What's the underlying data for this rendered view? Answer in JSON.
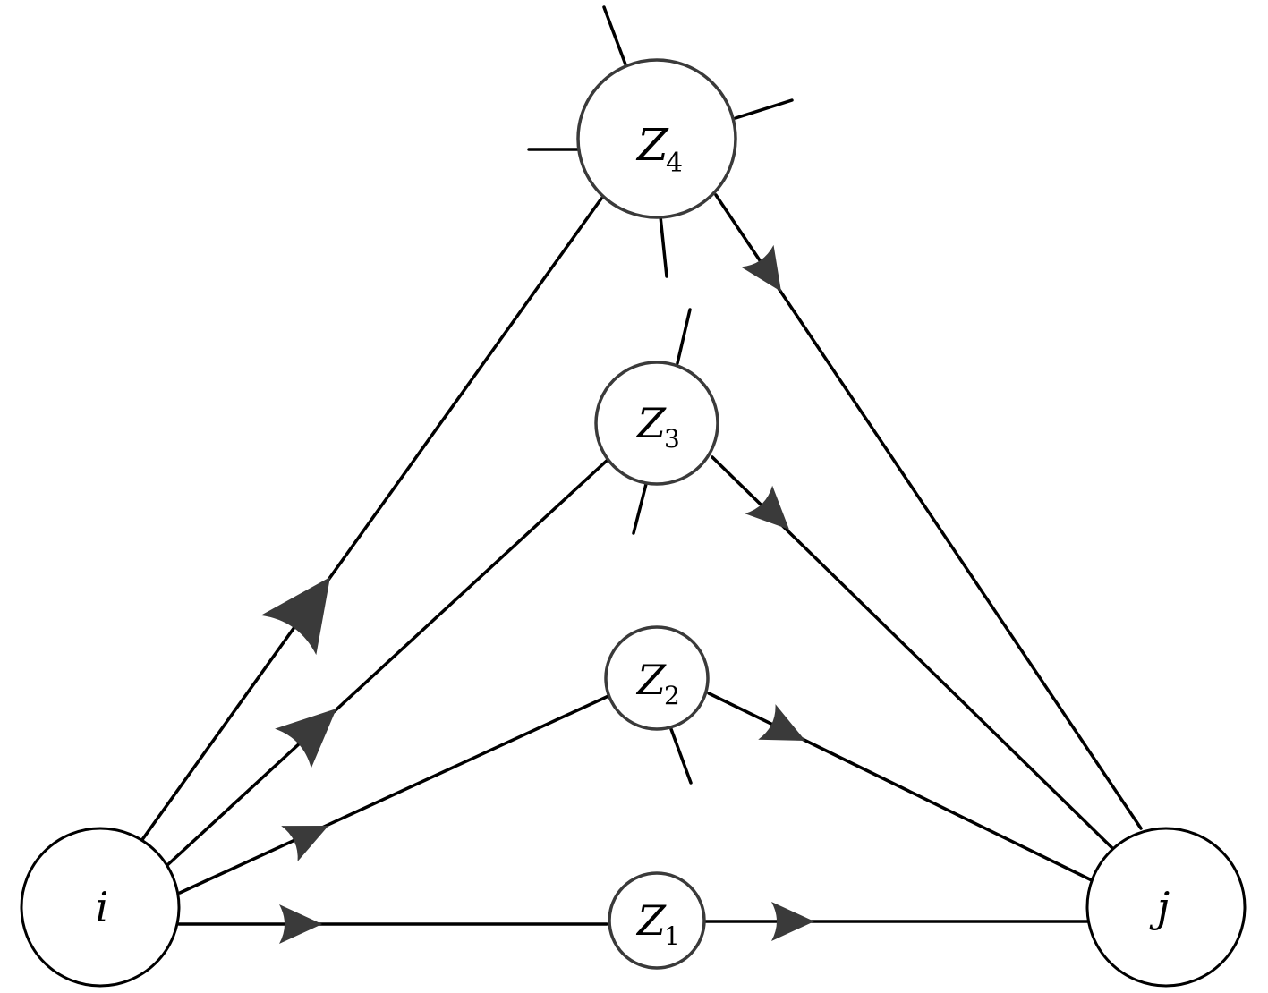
{
  "nodes": {
    "i": {
      "label": "i"
    },
    "j": {
      "label": "j"
    },
    "z1": {
      "label": "Z",
      "sub": "1"
    },
    "z2": {
      "label": "Z",
      "sub": "2"
    },
    "z3": {
      "label": "Z",
      "sub": "3"
    },
    "z4": {
      "label": "Z",
      "sub": "4"
    }
  },
  "colors": {
    "stroke": "#000000",
    "arrow": "#3a3a3a",
    "background": "#ffffff"
  }
}
